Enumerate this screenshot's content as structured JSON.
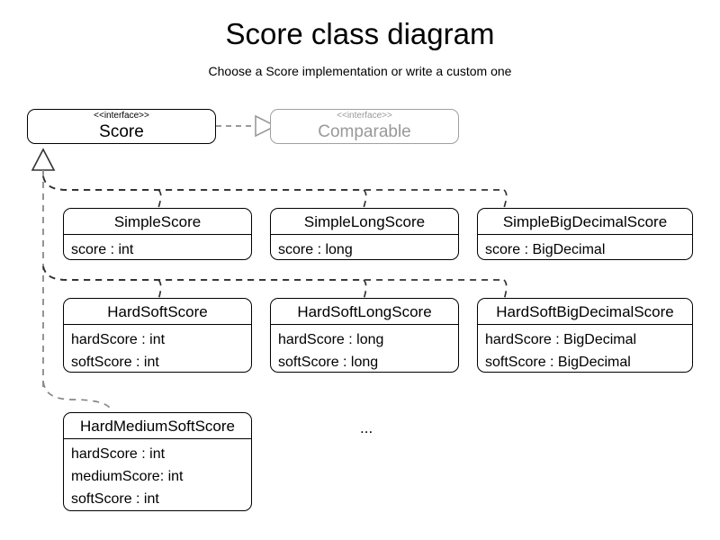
{
  "page": {
    "title": "Score class diagram",
    "subtitle": "Choose a Score implementation or write a custom one",
    "ellipsis": "..."
  },
  "colors": {
    "stroke": "#000000",
    "muted_stroke": "#a0a0a0",
    "muted_text": "#999999",
    "edge_dashed": "#555555",
    "edge_realization": "#999999",
    "background": "#ffffff"
  },
  "interfaces": [
    {
      "id": "score",
      "stereotype": "<<interface>>",
      "name": "Score",
      "muted": false
    },
    {
      "id": "comparable",
      "stereotype": "<<interface>>",
      "name": "Comparable",
      "muted": true
    }
  ],
  "classes": [
    {
      "id": "simple-score",
      "name": "SimpleScore",
      "attributes": [
        "score : int"
      ]
    },
    {
      "id": "simple-long-score",
      "name": "SimpleLongScore",
      "attributes": [
        "score : long"
      ]
    },
    {
      "id": "simple-big-decimal-score",
      "name": "SimpleBigDecimalScore",
      "attributes": [
        "score : BigDecimal"
      ]
    },
    {
      "id": "hard-soft-score",
      "name": "HardSoftScore",
      "attributes": [
        "hardScore : int",
        "softScore : int"
      ]
    },
    {
      "id": "hard-soft-long-score",
      "name": "HardSoftLongScore",
      "attributes": [
        "hardScore : long",
        "softScore : long"
      ]
    },
    {
      "id": "hard-soft-big-decimal-score",
      "name": "HardSoftBigDecimalScore",
      "attributes": [
        "hardScore : BigDecimal",
        "softScore : BigDecimal"
      ]
    },
    {
      "id": "hard-medium-soft-score",
      "name": "HardMediumSoftScore",
      "attributes": [
        "hardScore : int",
        "mediumScore: int",
        "softScore : int"
      ]
    }
  ],
  "relationships": [
    {
      "id": "score-realizes-comparable",
      "type": "realization",
      "from": "Score",
      "to": "Comparable",
      "style": "dashed-hollow-triangle"
    },
    {
      "id": "implementations-of-score",
      "type": "realization",
      "from": "Score implementations",
      "to": "Score",
      "style": "dashed-hollow-triangle"
    }
  ]
}
